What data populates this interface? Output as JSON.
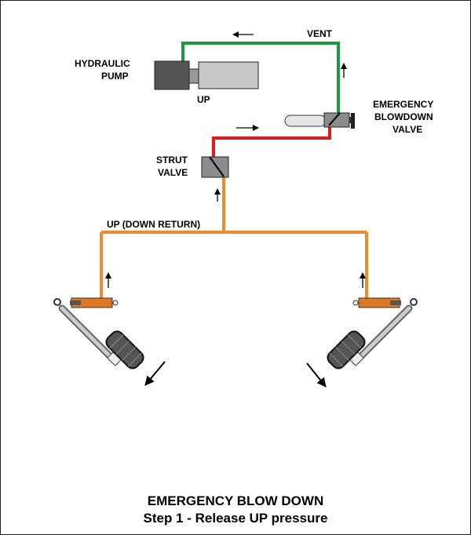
{
  "labels": {
    "pump_line1": "HYDRAULIC",
    "pump_line2": "PUMP",
    "pump_up": "UP",
    "vent": "VENT",
    "ebv_line1": "EMERGENCY",
    "ebv_line2": "BLOWDOWN",
    "ebv_line3": "VALVE",
    "strut_line1": "STRUT",
    "strut_line2": "VALVE",
    "up_down_return": "UP (DOWN RETURN)"
  },
  "title": {
    "line1": "EMERGENCY BLOW DOWN",
    "line2": "Step 1 - Release UP pressure"
  },
  "colors": {
    "vent_line": "#1a9a3a",
    "pressure_line": "#e01a1a",
    "up_line": "#f08a2a",
    "actuator": "#e07820",
    "text": "#000000"
  },
  "icons": [
    "flow-arrow-icon",
    "wheel-icon",
    "movement-arrow-icon"
  ]
}
